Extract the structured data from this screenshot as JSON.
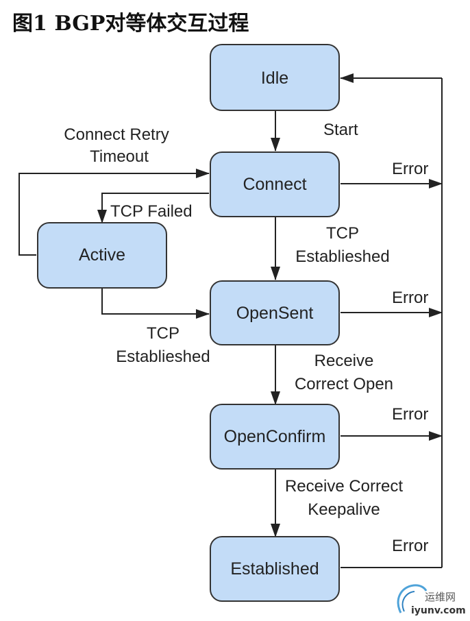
{
  "title": "图1 BGP对等体交互过程",
  "states": {
    "idle": "Idle",
    "connect": "Connect",
    "active": "Active",
    "opensent": "OpenSent",
    "openconfirm": "OpenConfirm",
    "established": "Established"
  },
  "labels": {
    "start": "Start",
    "connect_retry_1": "Connect Retry",
    "connect_retry_2": "Timeout",
    "tcp_failed": "TCP Failed",
    "tcp_est_right_1": "TCP",
    "tcp_est_right_2": "Establieshed",
    "tcp_est_left_1": "TCP",
    "tcp_est_left_2": "Establieshed",
    "recv_open_1": "Receive",
    "recv_open_2": "Correct Open",
    "recv_keep_1": "Receive Correct",
    "recv_keep_2": "Keepalive",
    "error": "Error"
  },
  "watermark": {
    "name": "运维网",
    "domain": "iyunv.com"
  }
}
